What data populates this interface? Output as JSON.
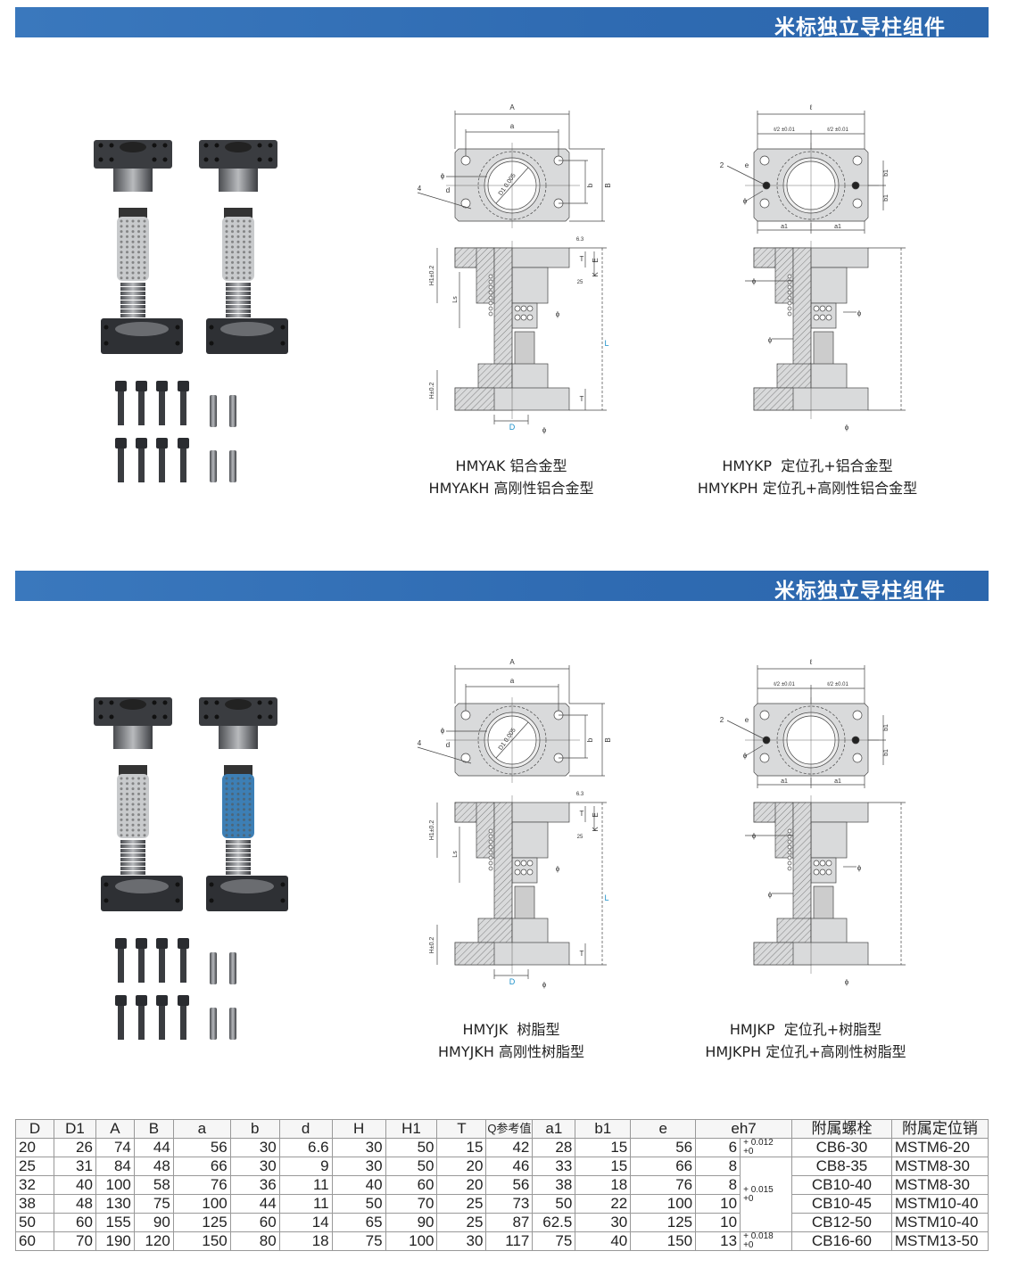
{
  "header": {
    "title": "米标独立导柱组件"
  },
  "sections": [
    {
      "title": "米标独立导柱组件",
      "variant": "aluminum",
      "captions": [
        [
          "HMYAK 铝合金型",
          "HMYAKH 高刚性铝合金型"
        ],
        [
          "HMYKP  定位孔+铝合金型",
          "HMYKPH 定位孔+高刚性铝合金型"
        ]
      ]
    },
    {
      "title": "米标独立导柱组件",
      "variant": "resin",
      "captions": [
        [
          "HMYJK  树脂型",
          "HMYJKH 高刚性树脂型"
        ],
        [
          "HMJKP  定位孔+树脂型",
          "HMJKPH 定位孔+高刚性树脂型"
        ]
      ]
    }
  ],
  "drawing_labels": {
    "A": "A",
    "a": "a",
    "B": "B",
    "b": "b",
    "phi": "ϕ",
    "d": "d",
    "four": "4",
    "D1": "D1 0.005",
    "H1": "H1±0.2",
    "Ls": "Ls",
    "L": "L",
    "T": "T",
    "K": "K",
    "E": "E",
    "H": "H±0.2",
    "D": "D",
    "r63": "6.3",
    "r25": "25",
    "ell": "ℓ",
    "half": "ℓ/2 ±0.01",
    "two": "2",
    "e": "e",
    "b1": "b1",
    "a1": "a1"
  },
  "colors": {
    "banner": "#2f6bb2",
    "accent_label": "#1a8fc9",
    "blue_cage": "#3d7fb5"
  },
  "table": {
    "headers": [
      "D",
      "D1",
      "A",
      "B",
      "a",
      "b",
      "d",
      "H",
      "H1",
      "T",
      "Q参考值",
      "a1",
      "b1",
      "e",
      "eh7",
      "附属螺栓",
      "附属定位销"
    ],
    "rows": [
      [
        "20",
        "26",
        "74",
        "44",
        "56",
        "30",
        "6.6",
        "30",
        "50",
        "15",
        "42",
        "28",
        "15",
        "56",
        "6",
        "CB6-30",
        "MSTM6-20"
      ],
      [
        "25",
        "31",
        "84",
        "48",
        "66",
        "30",
        "9",
        "30",
        "50",
        "20",
        "46",
        "33",
        "15",
        "66",
        "8",
        "CB8-35",
        "MSTM8-30"
      ],
      [
        "32",
        "40",
        "100",
        "58",
        "76",
        "36",
        "11",
        "40",
        "60",
        "20",
        "56",
        "38",
        "18",
        "76",
        "8",
        "CB10-40",
        "MSTM8-30"
      ],
      [
        "38",
        "48",
        "130",
        "75",
        "100",
        "44",
        "11",
        "50",
        "70",
        "25",
        "73",
        "50",
        "22",
        "100",
        "10",
        "CB10-45",
        "MSTM10-40"
      ],
      [
        "50",
        "60",
        "155",
        "90",
        "125",
        "60",
        "14",
        "65",
        "90",
        "25",
        "87",
        "62.5",
        "30",
        "125",
        "10",
        "CB12-50",
        "MSTM10-40"
      ],
      [
        "60",
        "70",
        "190",
        "120",
        "150",
        "80",
        "18",
        "75",
        "100",
        "30",
        "117",
        "75",
        "40",
        "150",
        "13",
        "CB16-60",
        "MSTM13-50"
      ]
    ],
    "tolerances": [
      {
        "upper": "+ 0.012",
        "lower": "+0"
      },
      {
        "upper": "+ 0.015",
        "lower": "+0"
      },
      {
        "upper": "+ 0.018",
        "lower": "+0"
      }
    ]
  }
}
